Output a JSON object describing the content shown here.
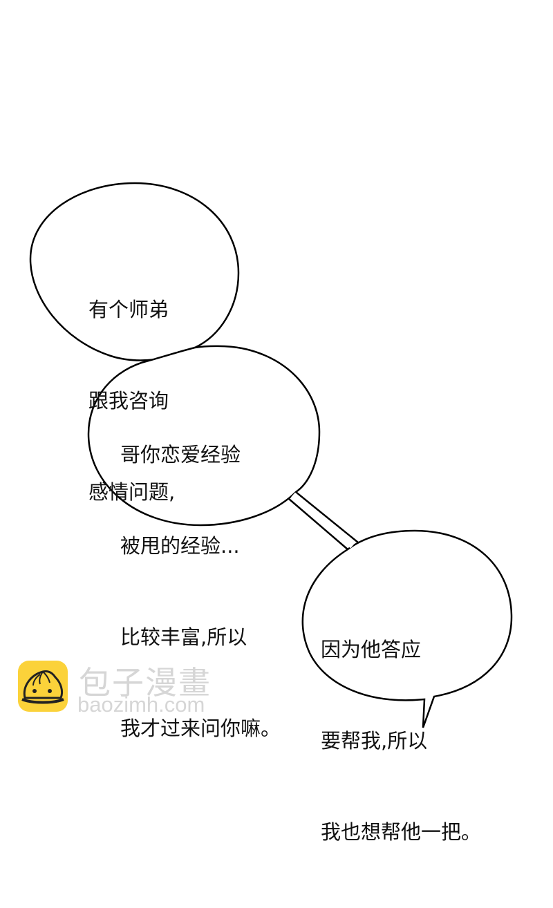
{
  "panel": {
    "background_color": "#ffffff",
    "bubbles": [
      {
        "id": "bubble-1",
        "lines": [
          "有个师弟",
          "跟我咨询",
          "感情问题,"
        ]
      },
      {
        "id": "bubble-2",
        "lines": [
          "哥你恋爱经验",
          "被甩的经验...",
          "比较丰富,所以",
          "我才过来问你嘛。"
        ]
      },
      {
        "id": "bubble-3",
        "lines": [
          "因为他答应",
          "要帮我,所以",
          "我也想帮他一把。"
        ]
      }
    ]
  },
  "watermark": {
    "title": "包子漫畫",
    "url": "baozimh.com",
    "logo_color": "#FBD23A",
    "text_color": "#d6d6d6"
  }
}
